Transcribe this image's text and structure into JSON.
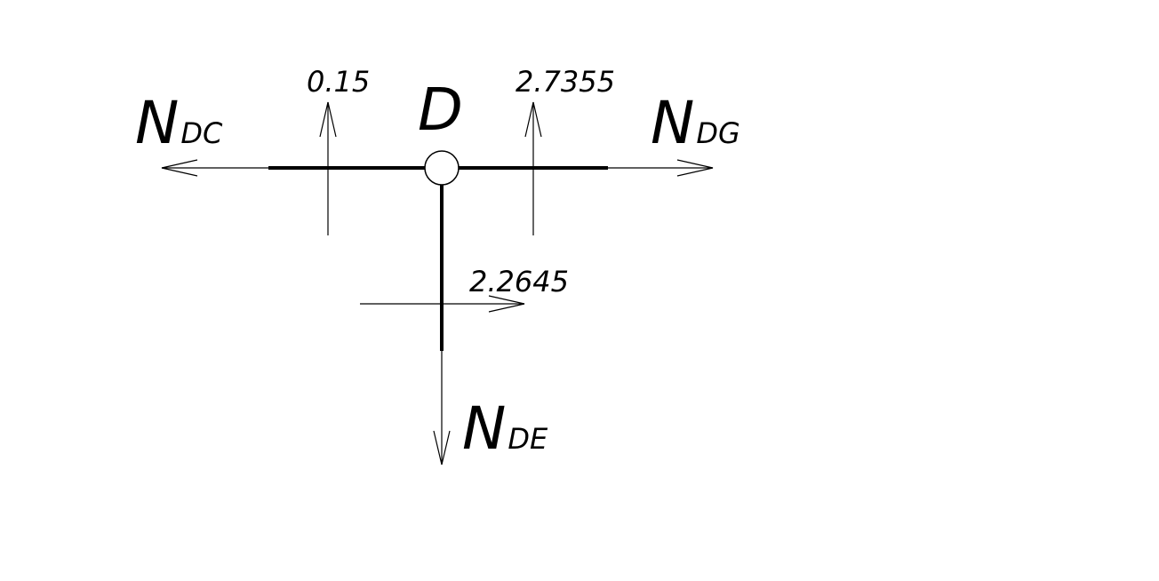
{
  "diagram": {
    "node_label": "D",
    "loads": {
      "left_up": "0.15",
      "right_up": "2.7355",
      "bottom_right": "2.2645"
    },
    "forces": {
      "left": {
        "main": "N",
        "sub": "DC"
      },
      "right": {
        "main": "N",
        "sub": "DG"
      },
      "down": {
        "main": "N",
        "sub": "DE"
      }
    },
    "colors": {
      "line": "#000000",
      "background": "#ffffff"
    }
  }
}
